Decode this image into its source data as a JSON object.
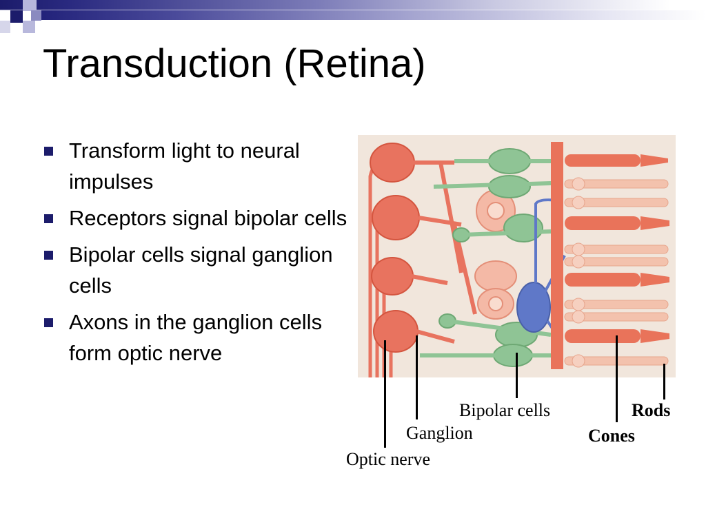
{
  "slide": {
    "title": "Transduction (Retina)",
    "bullets": [
      "Transform light to neural impulses",
      "Receptors signal bipolar cells",
      "Bipolar cells signal ganglion cells",
      "Axons in the ganglion cells form optic nerve"
    ]
  },
  "diagram": {
    "labels": {
      "bipolar": "Bipolar cells",
      "ganglion": "Ganglion",
      "optic_nerve": "Optic nerve",
      "rods": "Rods",
      "cones": "Cones"
    }
  },
  "colors": {
    "accent": "#1c1c6b",
    "ganglion_cell": "#e8735f",
    "bipolar_cell": "#8fc495",
    "horizontal_cell": "#5f78c8",
    "rod": "#f3c2ad",
    "cone": "#e9735a",
    "diagram_bg": "#f1e6dc"
  }
}
